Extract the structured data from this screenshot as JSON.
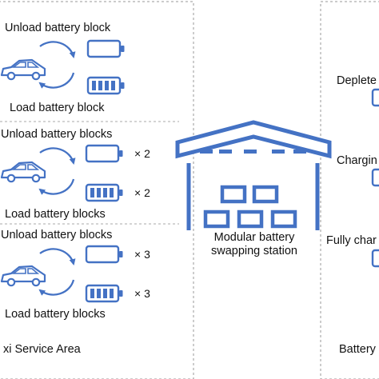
{
  "colors": {
    "accent": "#4472c4",
    "dash": "#9a9a9a",
    "text": "#111111"
  },
  "left_panel": {
    "label": "xi Service Area",
    "sections": [
      {
        "top": "Unload battery block",
        "bottom": "Load battery block",
        "multiplier": ""
      },
      {
        "top": "Unload battery blocks",
        "bottom": "Load battery blocks",
        "multiplier": "× 2"
      },
      {
        "top": "Unload battery blocks",
        "bottom": "Load battery blocks",
        "multiplier": "× 3"
      }
    ]
  },
  "station": {
    "line1": "Modular battery",
    "line2": "swapping station"
  },
  "right_panel": {
    "items": [
      "Deplete",
      "Chargin",
      "Fully char"
    ],
    "label": "Battery"
  },
  "icons": [
    "car-icon",
    "cycle-arrow-icon",
    "empty-battery-icon",
    "full-battery-icon",
    "warehouse-icon"
  ]
}
